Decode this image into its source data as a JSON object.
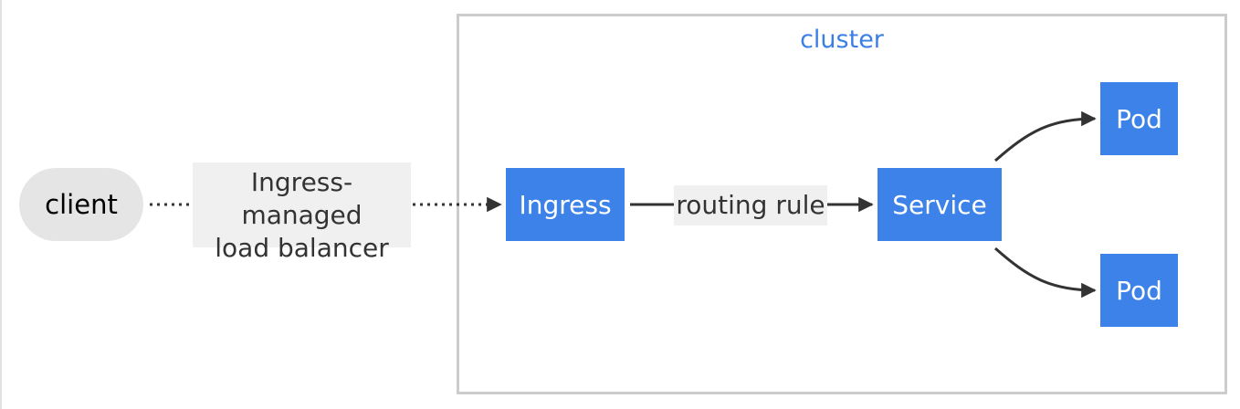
{
  "cluster": {
    "label": "cluster"
  },
  "nodes": {
    "client": "client",
    "ingress": "Ingress",
    "service": "Service",
    "pod_top": "Pod",
    "pod_bottom": "Pod"
  },
  "edges": {
    "client_to_ingress": {
      "line1": "Ingress-managed",
      "line2": "load balancer",
      "style": "dotted"
    },
    "ingress_to_service": {
      "label": "routing rule",
      "style": "solid"
    },
    "service_to_pod_top": {
      "label": ""
    },
    "service_to_pod_bottom": {
      "label": ""
    }
  },
  "colors": {
    "node_blue": "#3c82e8",
    "client_fill": "#e5e5e5",
    "cluster_border": "#cccccc",
    "cluster_label": "#3b7fe6",
    "edge": "#333333",
    "label_bg": "#f0f0f0"
  }
}
